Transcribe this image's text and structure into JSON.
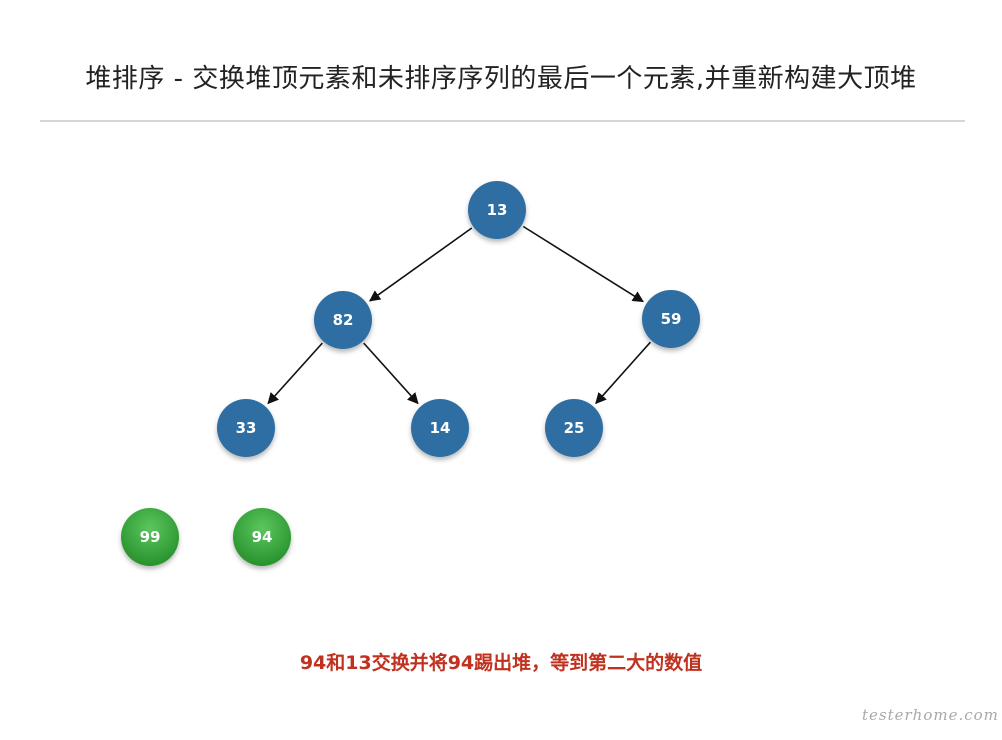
{
  "title": "堆排序 - 交换堆顶元素和未排序序列的最后一个元素,并重新构建大顶堆",
  "caption": "94和13交换并将94踢出堆，等到第二大的数值",
  "watermark": "testerhome.com",
  "colors": {
    "heap_node": "#2f6ea3",
    "sorted_node": "#2e9d33",
    "caption": "#c0311f"
  },
  "diagram": {
    "heap_nodes": [
      {
        "id": "n13",
        "value": "13"
      },
      {
        "id": "n82",
        "value": "82"
      },
      {
        "id": "n59",
        "value": "59"
      },
      {
        "id": "n33",
        "value": "33"
      },
      {
        "id": "n14",
        "value": "14"
      },
      {
        "id": "n25",
        "value": "25"
      }
    ],
    "edges": [
      {
        "from": "n13",
        "to": "n82"
      },
      {
        "from": "n13",
        "to": "n59"
      },
      {
        "from": "n82",
        "to": "n33"
      },
      {
        "from": "n82",
        "to": "n14"
      },
      {
        "from": "n59",
        "to": "n25"
      }
    ],
    "sorted_nodes": [
      {
        "id": "s99",
        "value": "99"
      },
      {
        "id": "s94",
        "value": "94"
      }
    ]
  }
}
